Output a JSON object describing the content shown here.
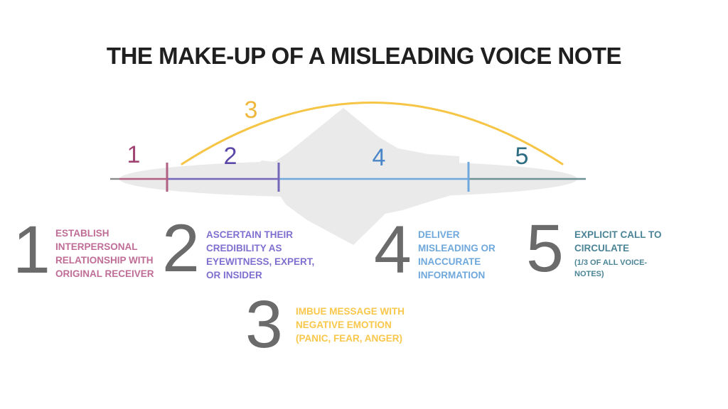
{
  "title": "THE MAKE-UP OF A MISLEADING VOICE NOTE",
  "phases": [
    {
      "n": "1",
      "color": "#a04472"
    },
    {
      "n": "2",
      "color": "#5b48a8"
    },
    {
      "n": "3",
      "color": "#efb83d"
    },
    {
      "n": "4",
      "color": "#4a86c8"
    },
    {
      "n": "5",
      "color": "#2f6d82"
    }
  ],
  "steps": [
    {
      "num": "1",
      "label": "ESTABLISH INTERPERSONAL RELATIONSHIP WITH ORIGINAL RECEIVER",
      "color": "#bf6d96"
    },
    {
      "num": "2",
      "label": "ASCERTAIN THEIR CREDIBILITY AS EYEWITNESS, EXPERT, OR INSIDER",
      "color": "#7e6fd0"
    },
    {
      "num": "3",
      "label": "IMBUE MESSAGE WITH NEGATIVE EMOTION (PANIC, FEAR, ANGER)",
      "color": "#f9c74a"
    },
    {
      "num": "4",
      "label": "DELIVER MISLEADING OR INACCURATE INFORMATION",
      "color": "#6fa8dc"
    },
    {
      "num": "5",
      "label": "EXPLICIT CALL TO CIRCULATE",
      "note": "(1/3 OF ALL VOICE-NOTES)",
      "color": "#4b8496"
    }
  ],
  "diagram": {
    "waveform_color": "#eaeaea",
    "arc_color": "#f6c545",
    "segment_colors": {
      "lead": "#8a8a8a",
      "s1": "#b25f84",
      "s2": "#7566ba",
      "s4": "#6fa8dc",
      "s5": "#6e9196"
    }
  }
}
